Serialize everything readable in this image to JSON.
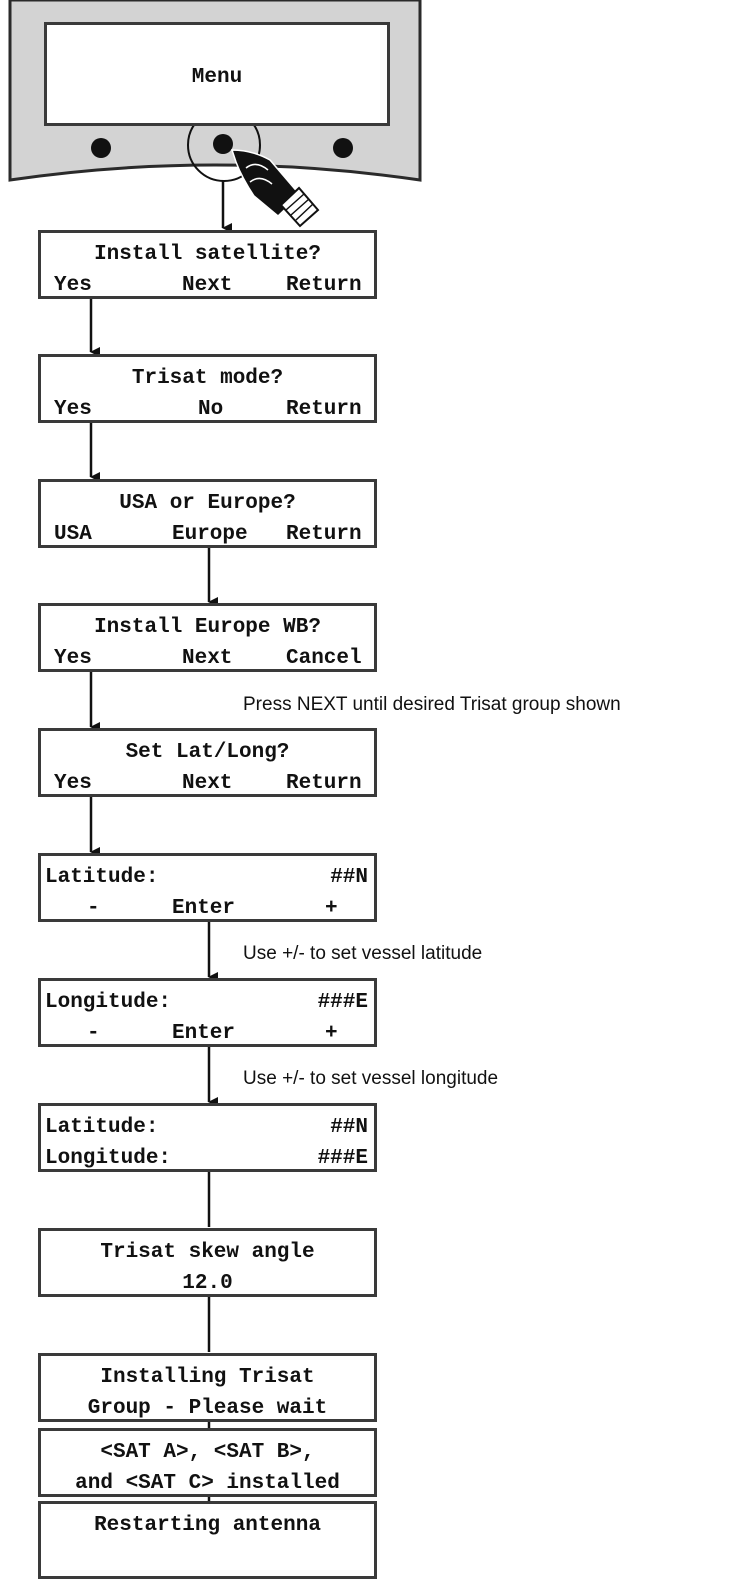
{
  "panel": {
    "screen_text": "Menu"
  },
  "screens": {
    "install_satellite": {
      "title": "Install satellite?",
      "opt1": "Yes",
      "opt2": "Next",
      "opt3": "Return"
    },
    "trisat_mode": {
      "title": "Trisat mode?",
      "opt1": "Yes",
      "opt2": "No",
      "opt3": "Return"
    },
    "usa_europe": {
      "title": "USA or Europe?",
      "opt1": "USA",
      "opt2": "Europe",
      "opt3": "Return"
    },
    "install_europe": {
      "title": "Install Europe WB?",
      "opt1": "Yes",
      "opt2": "Next",
      "opt3": "Cancel"
    },
    "set_latlong": {
      "title": "Set Lat/Long?",
      "opt1": "Yes",
      "opt2": "Next",
      "opt3": "Return"
    },
    "latitude": {
      "label": "Latitude:",
      "value": "##N",
      "opt1": "-",
      "opt2": "Enter",
      "opt3": "+"
    },
    "longitude": {
      "label": "Longitude:",
      "value": "###E",
      "opt1": "-",
      "opt2": "Enter",
      "opt3": "+"
    },
    "latlong_summary": {
      "lat_label": "Latitude:",
      "lat_value": "##N",
      "long_label": "Longitude:",
      "long_value": "###E"
    },
    "skew": {
      "line1": "Trisat skew angle",
      "line2": "12.0"
    },
    "installing": {
      "line1": "Installing Trisat",
      "line2": "Group - Please wait"
    },
    "installed": {
      "line1": "<SAT A>, <SAT B>,",
      "line2": "and <SAT C> installed"
    },
    "restarting": {
      "line1": "Restarting antenna"
    }
  },
  "notes": {
    "press_next": "Press NEXT until desired Trisat group shown",
    "set_latitude": "Use +/- to set vessel latitude",
    "set_longitude": "Use +/- to set vessel longitude"
  }
}
